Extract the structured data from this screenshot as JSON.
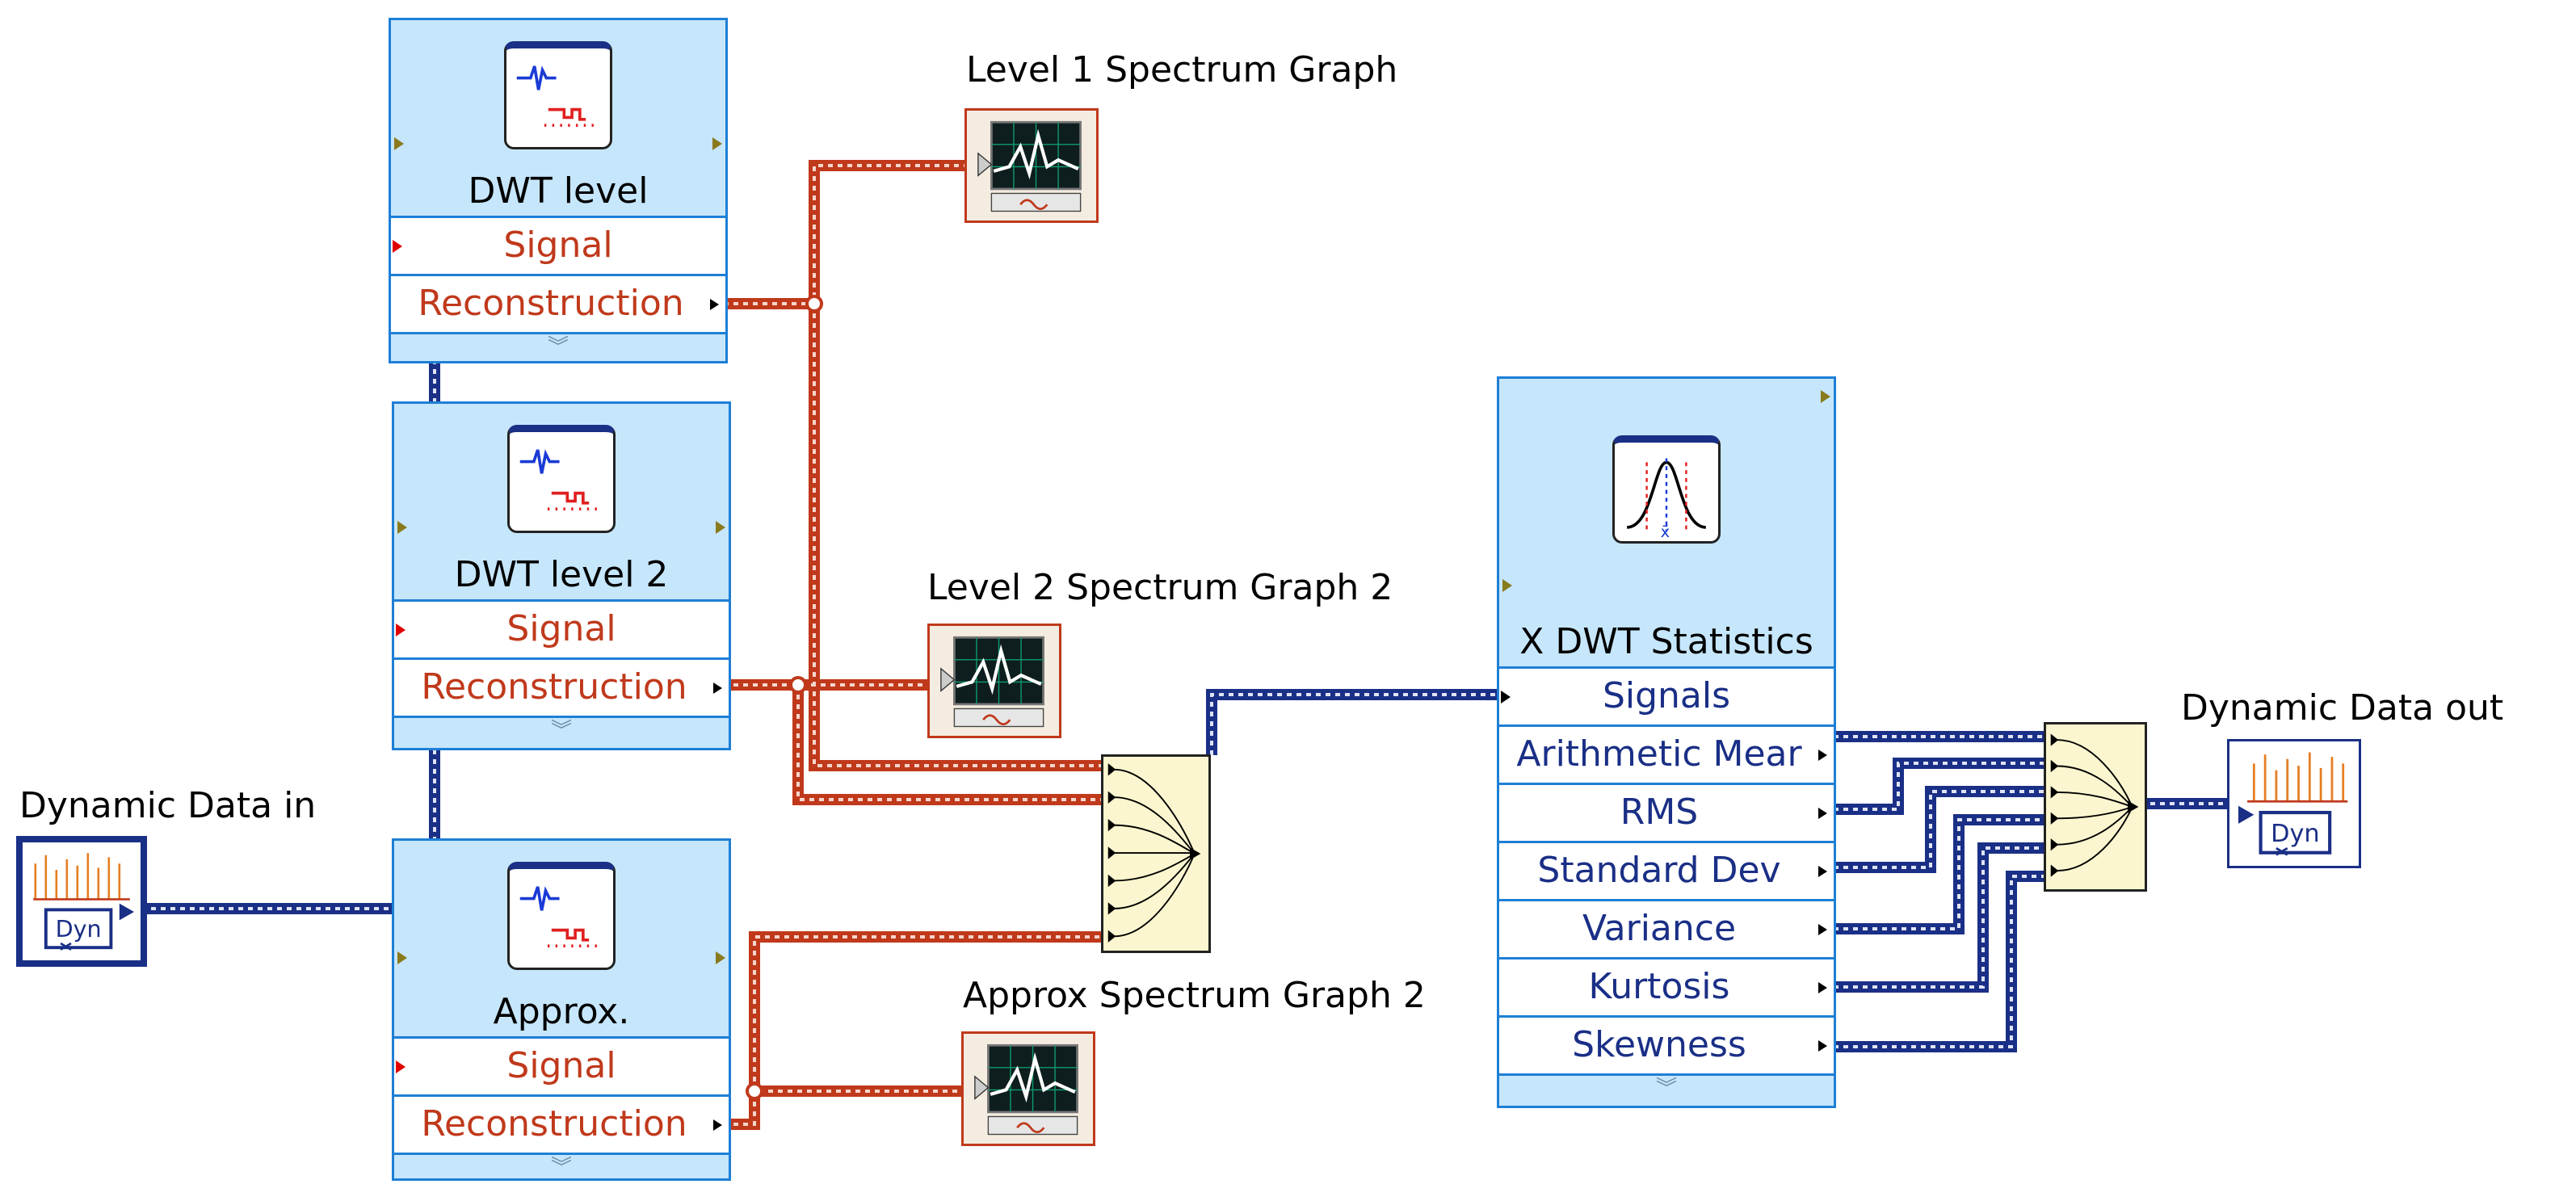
{
  "blocks": {
    "dwt1": {
      "title": "DWT level",
      "input": "Signal",
      "output": "Reconstruction"
    },
    "dwt2": {
      "title": "DWT level 2",
      "input": "Signal",
      "output": "Reconstruction"
    },
    "approx": {
      "title": "Approx.",
      "input": "Signal",
      "output": "Reconstruction"
    },
    "stats": {
      "title": "X DWT Statistics",
      "input": "Signals",
      "outputs": [
        "Arithmetic Mear",
        "RMS",
        "Standard Dev",
        "Variance",
        "Kurtosis",
        "Skewness"
      ]
    }
  },
  "graphs": {
    "level1": "Level 1 Spectrum Graph",
    "level2": "Level 2 Spectrum Graph 2",
    "approx": "Approx Spectrum Graph 2"
  },
  "terminals": {
    "input": "Dynamic Data in",
    "output": "Dynamic Data out",
    "icon_text": "Dyn"
  },
  "colors": {
    "node_fill": "#c6e6fb",
    "node_border": "#1e7fd6",
    "wire_red": "#c0391b",
    "wire_blue": "#1a2f86",
    "merge_fill": "#fbf6cf"
  }
}
